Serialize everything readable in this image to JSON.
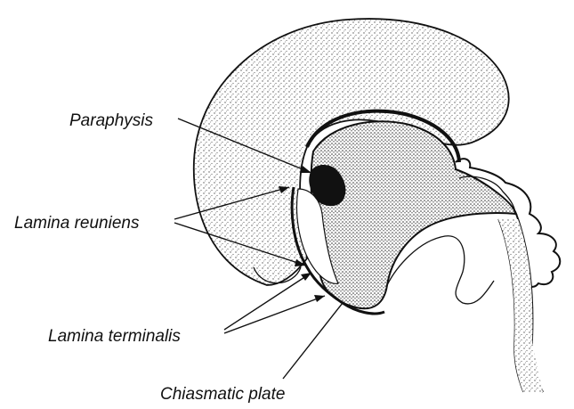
{
  "labels": {
    "paraphysis": "Paraphysis",
    "lamina_reuniens": "Lamina reuniens",
    "lamina_terminalis": "Lamina terminalis",
    "chiasmatic_plate": "Chiasmatic plate"
  },
  "colors": {
    "ink": "#111111",
    "background": "#ffffff",
    "stipple": "#d8d8d8"
  }
}
